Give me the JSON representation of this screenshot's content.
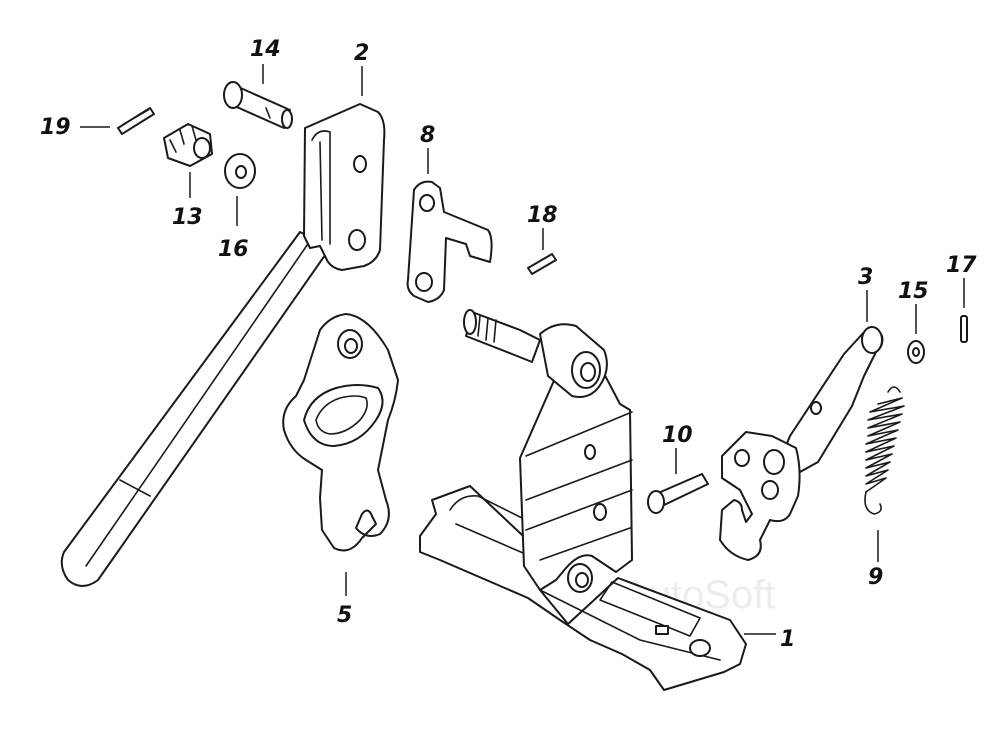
{
  "diagram": {
    "callouts": {
      "c1": "1",
      "c2": "2",
      "c3": "3",
      "c5": "5",
      "c8": "8",
      "c9": "9",
      "c10": "10",
      "c13": "13",
      "c14": "14",
      "c15": "15",
      "c16": "16",
      "c17": "17",
      "c18": "18",
      "c19": "19"
    },
    "watermark": "AutoSoft"
  }
}
